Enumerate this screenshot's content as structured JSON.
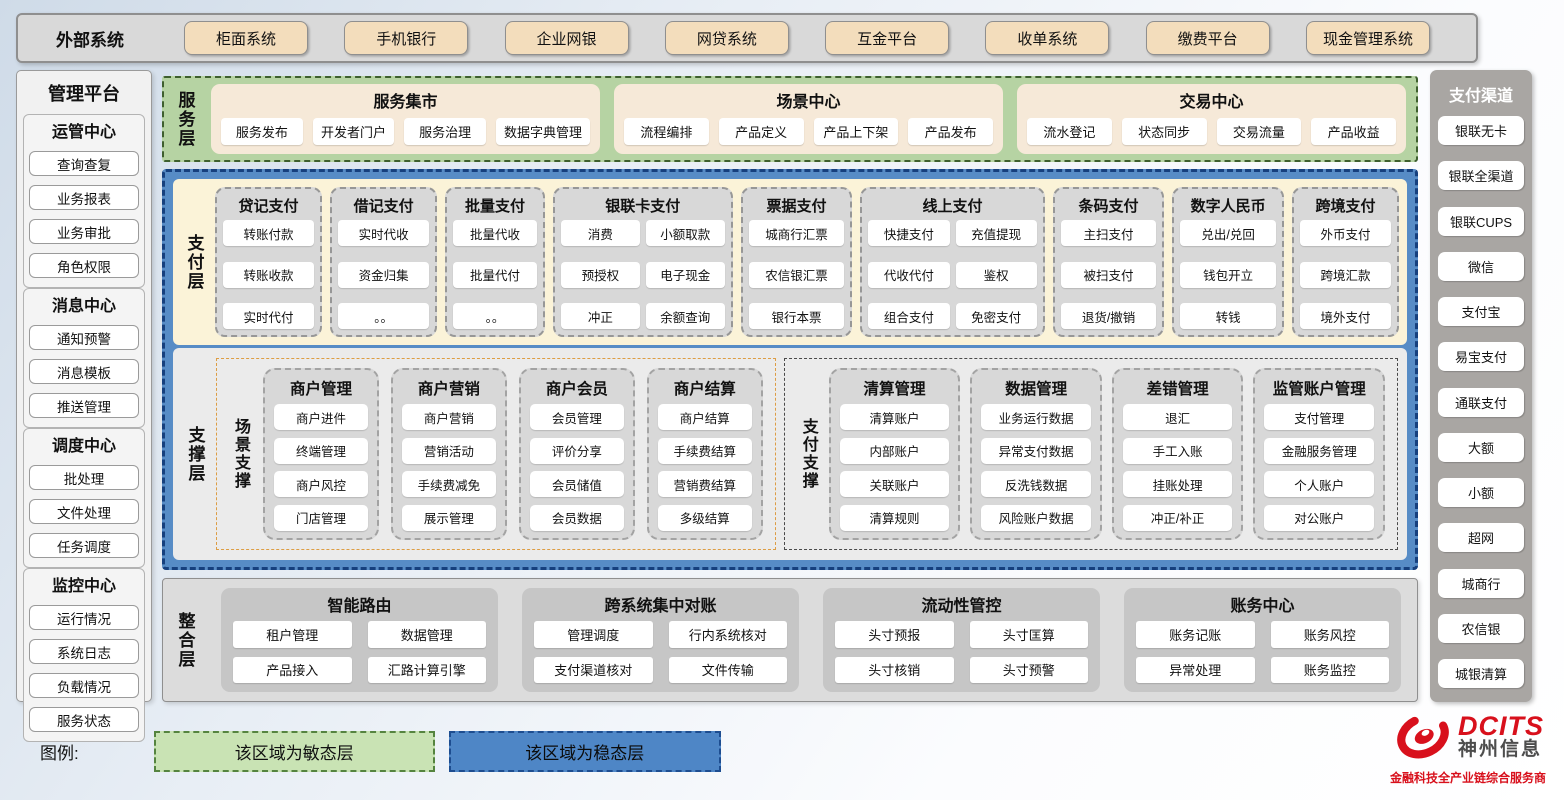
{
  "external_systems": {
    "label": "外部系统",
    "items": [
      "柜面系统",
      "手机银行",
      "企业网银",
      "网贷系统",
      "互金平台",
      "收单系统",
      "缴费平台",
      "现金管理系统"
    ]
  },
  "management_platform": {
    "title": "管理平台",
    "groups": [
      {
        "title": "运管中心",
        "items": [
          "查询查复",
          "业务报表",
          "业务审批",
          "角色权限"
        ]
      },
      {
        "title": "消息中心",
        "items": [
          "通知预警",
          "消息模板",
          "推送管理"
        ]
      },
      {
        "title": "调度中心",
        "items": [
          "批处理",
          "文件处理",
          "任务调度"
        ]
      },
      {
        "title": "监控中心",
        "items": [
          "运行情况",
          "系统日志",
          "负载情况",
          "服务状态"
        ]
      }
    ]
  },
  "payment_channels": {
    "title": "支付渠道",
    "items": [
      "银联无卡",
      "银联全渠道",
      "银联CUPS",
      "微信",
      "支付宝",
      "易宝支付",
      "通联支付",
      "大额",
      "小额",
      "超网",
      "城商行",
      "农信银",
      "城银清算"
    ]
  },
  "service_layer": {
    "label": "服务层",
    "panels": [
      {
        "title": "服务集市",
        "items": [
          "服务发布",
          "开发者门户",
          "服务治理",
          "数据字典管理"
        ]
      },
      {
        "title": "场景中心",
        "items": [
          "流程编排",
          "产品定义",
          "产品上下架",
          "产品发布"
        ]
      },
      {
        "title": "交易中心",
        "items": [
          "流水登记",
          "状态同步",
          "交易流量",
          "产品收益"
        ]
      }
    ]
  },
  "payment_layer": {
    "label": "支付层",
    "columns": [
      {
        "title": "贷记支付",
        "wide": false,
        "grow": 1.0,
        "items": [
          "转账付款",
          "转账收款",
          "实时代付"
        ]
      },
      {
        "title": "借记支付",
        "wide": false,
        "grow": 1.0,
        "items": [
          "实时代收",
          "资金归集",
          "。。"
        ]
      },
      {
        "title": "批量支付",
        "wide": false,
        "grow": 0.92,
        "items": [
          "批量代收",
          "批量代付",
          "。。"
        ]
      },
      {
        "title": "银联卡支付",
        "wide": true,
        "grow": 1.8,
        "items": [
          "消费",
          "小额取款",
          "预授权",
          "电子现金",
          "冲正",
          "余额查询"
        ]
      },
      {
        "title": "票据支付",
        "wide": false,
        "grow": 1.05,
        "items": [
          "城商行汇票",
          "农信银汇票",
          "银行本票"
        ]
      },
      {
        "title": "线上支付",
        "wide": true,
        "grow": 1.85,
        "items": [
          "快捷支付",
          "充值提现",
          "代收代付",
          "鉴权",
          "组合支付",
          "免密支付"
        ]
      },
      {
        "title": "条码支付",
        "wide": false,
        "grow": 1.05,
        "items": [
          "主扫支付",
          "被扫支付",
          "退货/撤销"
        ]
      },
      {
        "title": "数字人民币",
        "wide": false,
        "grow": 1.05,
        "items": [
          "兑出/兑回",
          "钱包开立",
          "转钱"
        ]
      },
      {
        "title": "跨境支付",
        "wide": false,
        "grow": 1.0,
        "items": [
          "外币支付",
          "跨境汇款",
          "境外支付"
        ]
      }
    ]
  },
  "support_layer": {
    "label": "支撑层",
    "scene_support": {
      "label": "场景支撑",
      "columns": [
        {
          "title": "商户管理",
          "items": [
            "商户进件",
            "终端管理",
            "商户风控",
            "门店管理"
          ]
        },
        {
          "title": "商户营销",
          "items": [
            "商户营销",
            "营销活动",
            "手续费减免",
            "展示管理"
          ]
        },
        {
          "title": "商户会员",
          "items": [
            "会员管理",
            "评价分享",
            "会员储值",
            "会员数据"
          ]
        },
        {
          "title": "商户结算",
          "items": [
            "商户结算",
            "手续费结算",
            "营销费结算",
            "多级结算"
          ]
        }
      ]
    },
    "payment_support": {
      "label": "支付支撑",
      "columns": [
        {
          "title": "清算管理",
          "items": [
            "清算账户",
            "内部账户",
            "关联账户",
            "清算规则"
          ]
        },
        {
          "title": "数据管理",
          "items": [
            "业务运行数据",
            "异常支付数据",
            "反洗钱数据",
            "风险账户数据"
          ]
        },
        {
          "title": "差错管理",
          "items": [
            "退汇",
            "手工入账",
            "挂账处理",
            "冲正/补正"
          ]
        },
        {
          "title": "监管账户管理",
          "items": [
            "支付管理",
            "金融服务管理",
            "个人账户",
            "对公账户"
          ]
        }
      ]
    }
  },
  "integration_layer": {
    "label": "整合层",
    "panels": [
      {
        "title": "智能路由",
        "items": [
          "租户管理",
          "数据管理",
          "产品接入",
          "汇路计算引擎"
        ]
      },
      {
        "title": "跨系统集中对账",
        "items": [
          "管理调度",
          "行内系统核对",
          "支付渠道核对",
          "文件传输"
        ]
      },
      {
        "title": "流动性管控",
        "items": [
          "头寸预报",
          "头寸匡算",
          "头寸核销",
          "头寸预警"
        ]
      },
      {
        "title": "账务中心",
        "items": [
          "账务记账",
          "账务风控",
          "异常处理",
          "账务监控"
        ]
      }
    ]
  },
  "legend": {
    "label": "图例:",
    "agile_label": "该区域为敏态层",
    "stable_label": "该区域为稳态层"
  },
  "logo": {
    "brand": "DCITS",
    "company": "神州信息",
    "tagline": "金融科技全产业链综合服务商"
  },
  "colors": {
    "agile_green": "#b6d3a3",
    "stable_blue": "#578cc6",
    "beige_button": "#f3ddbc",
    "cream_panel": "#fbf3d8",
    "gray_panel": "#d8d8d8",
    "accent_red": "#d8101c"
  }
}
